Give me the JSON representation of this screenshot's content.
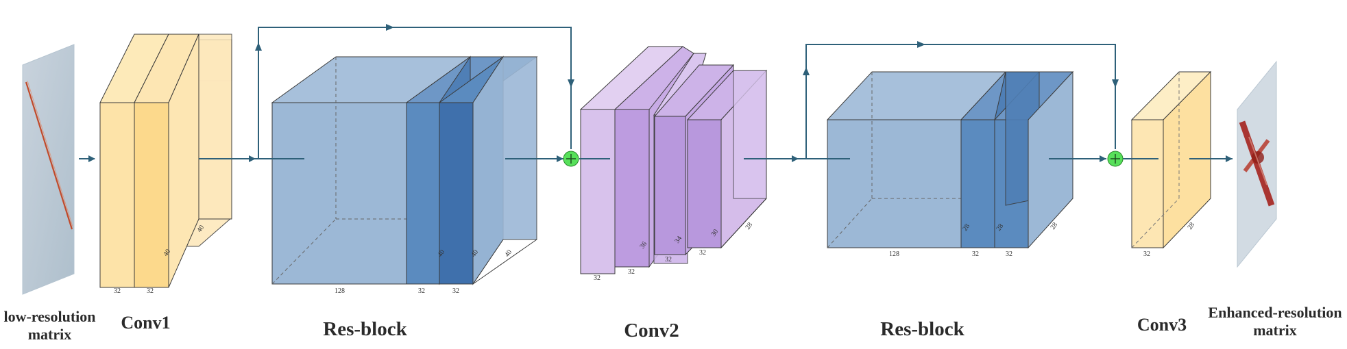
{
  "captions": {
    "input": "low-resolution matrix",
    "conv1": "Conv1",
    "resblock1": "Res-block",
    "conv2": "Conv2",
    "resblock2": "Res-block",
    "conv3": "Conv3",
    "output": "Enhanced-resolution matrix"
  },
  "dims": {
    "conv1": [
      "32",
      "32",
      "40",
      "40"
    ],
    "resblock1": [
      "128",
      "32",
      "32",
      "40",
      "40",
      "40"
    ],
    "conv2": [
      "32",
      "32",
      "32",
      "32",
      "36",
      "34",
      "30",
      "28"
    ],
    "resblock2": [
      "128",
      "32",
      "32",
      "28",
      "28",
      "28"
    ],
    "conv3": [
      "32",
      "28"
    ]
  },
  "colors": {
    "conv": "#fde6b3",
    "resblock": "#9cb8d6",
    "resblock_dark": "#5b8bbf",
    "conv2": "#d5bdea",
    "arrow": "#2e6079",
    "add_node": "#57e05a"
  }
}
